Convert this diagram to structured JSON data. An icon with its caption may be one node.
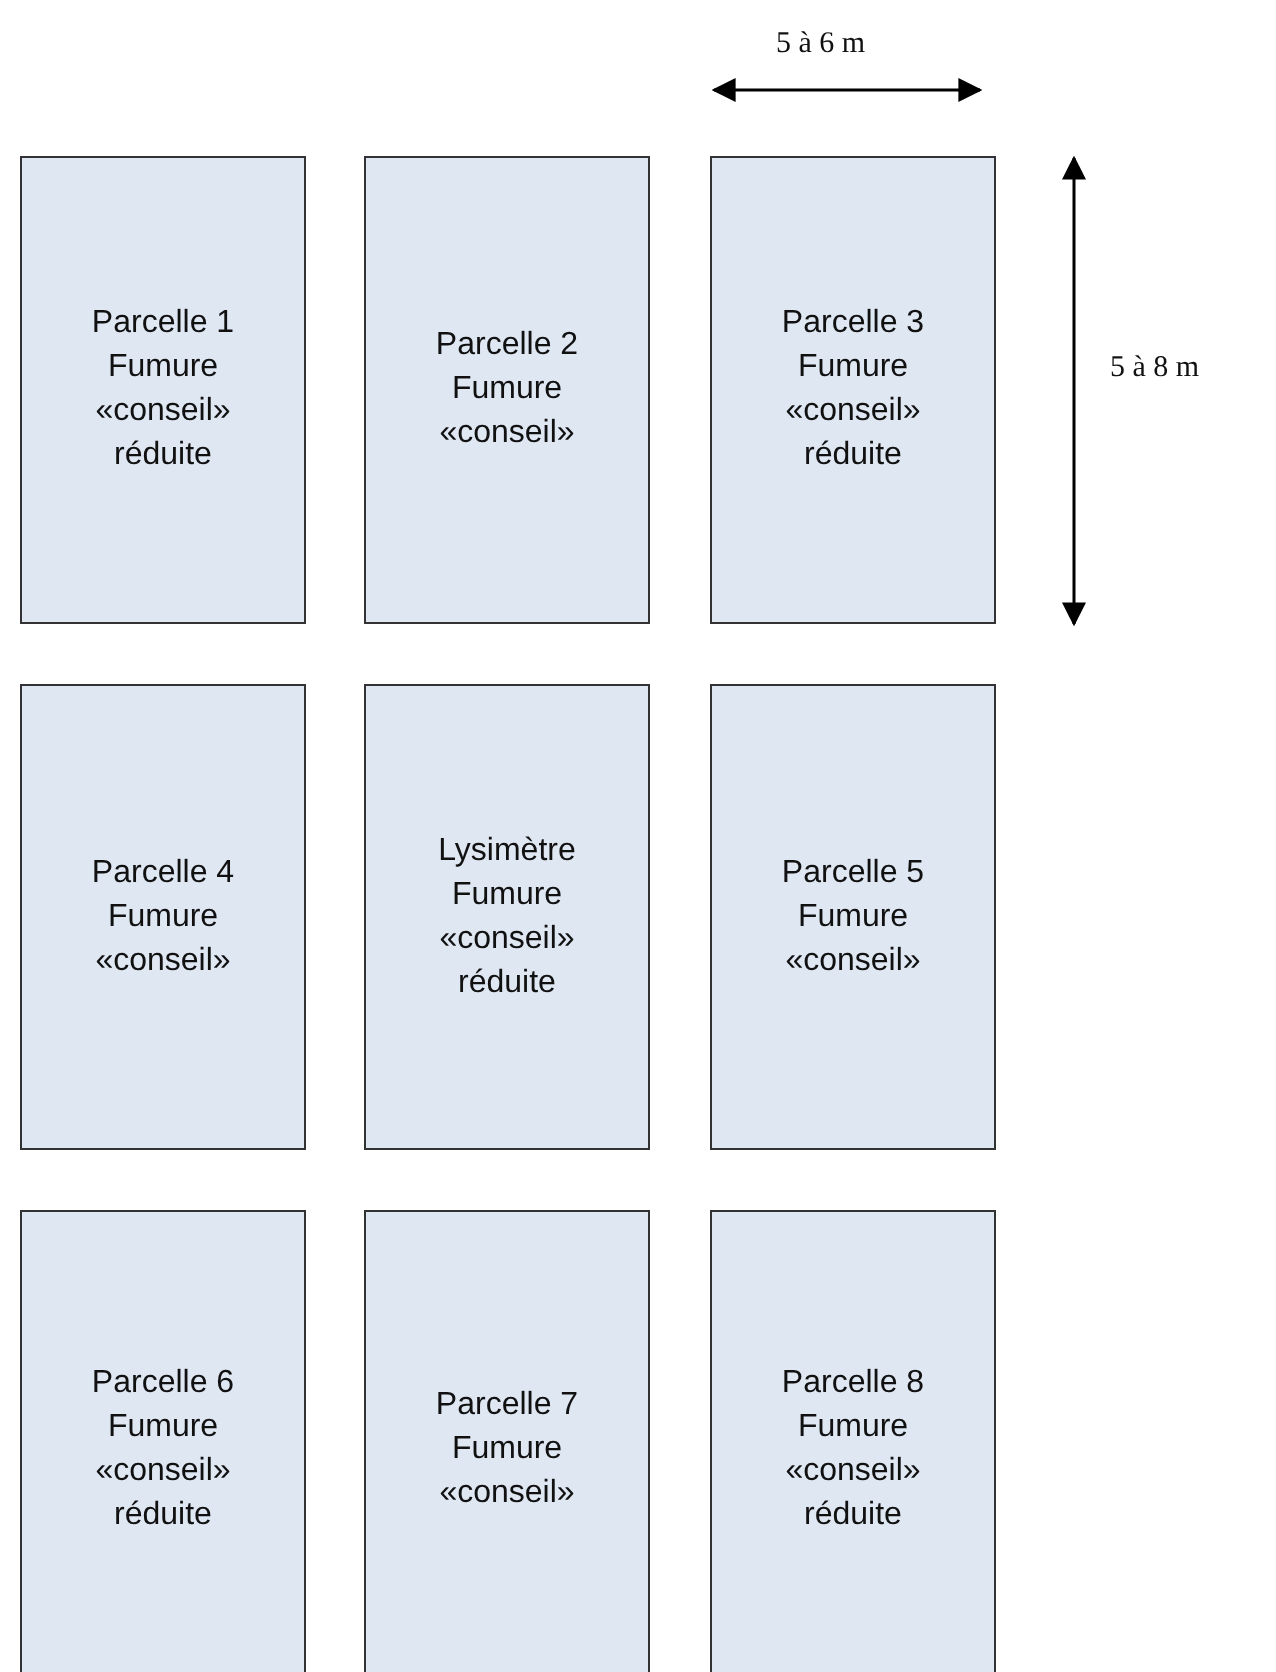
{
  "diagram": {
    "nodes": [
      {
        "text": [
          "Parcelle 1 Fumure «conseil» réduite"
        ]
      },
      {
        "text": [
          "Parcelle 2 Fumure «conseil»"
        ]
      },
      {
        "text": [
          "Parcelle 3 Fumure «conseil» réduite"
        ]
      },
      {
        "text": [
          "Parcelle 4 Fumure «conseil»"
        ]
      },
      {
        "text": [
          "Lysimètre Fumure «conseil» réduite"
        ]
      },
      {
        "text": [
          "Parcelle 5 Fumure «conseil»"
        ]
      },
      {
        "text": [
          "Parcelle 6 Fumure «conseil» réduite"
        ]
      },
      {
        "text": [
          "Parcelle 7 Fumure «conseil»"
        ]
      },
      {
        "text": [
          "Parcelle 8 Fumure «conseil» réduite"
        ]
      }
    ],
    "edges": [],
    "labels": [
      "5 à 6 m",
      "5 à 8 m"
    ]
  }
}
